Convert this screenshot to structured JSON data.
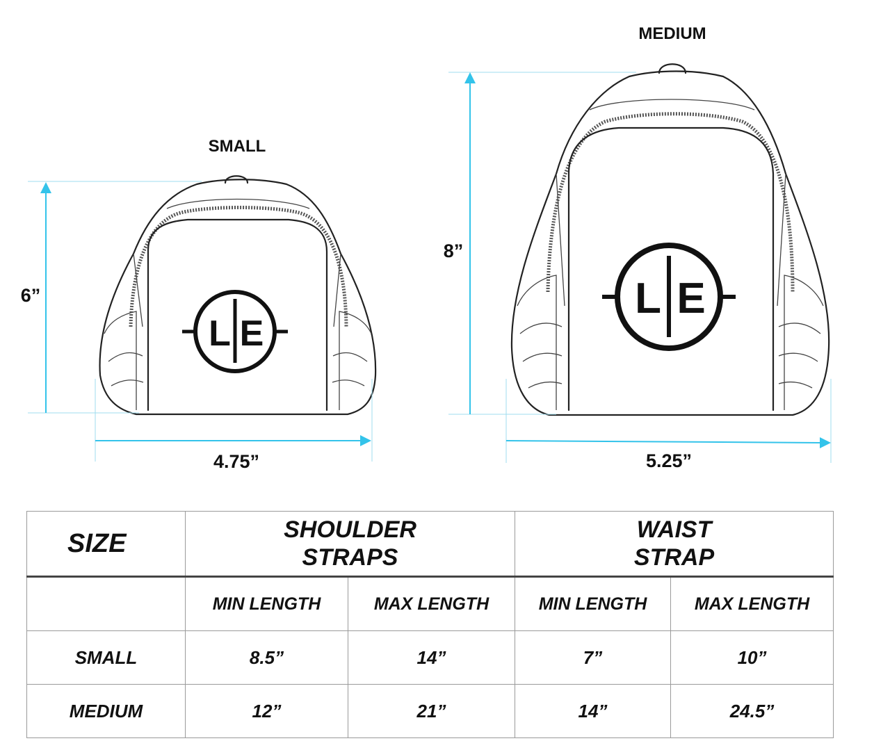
{
  "bags": {
    "small": {
      "label": "SMALL",
      "height": "6”",
      "width": "4.75”",
      "logo_left": "L",
      "logo_right": "E"
    },
    "medium": {
      "label": "MEDIUM",
      "height": "8”",
      "width": "5.25”",
      "logo_left": "L",
      "logo_right": "E"
    }
  },
  "colors": {
    "dimension_line": "#33c3ea",
    "outline": "#222222",
    "table_border": "#9a9a9a"
  },
  "table": {
    "size_header": "SIZE",
    "shoulder_header": [
      "SHOULDER",
      "STRAPS"
    ],
    "waist_header": [
      "WAIST",
      "STRAP"
    ],
    "sub_headers": [
      "",
      "MIN LENGTH",
      "MAX LENGTH",
      "MIN LENGTH",
      "MAX LENGTH"
    ],
    "rows": [
      {
        "size": "SMALL",
        "shoulder_min": "8.5”",
        "shoulder_max": "14”",
        "waist_min": "7”",
        "waist_max": "10”"
      },
      {
        "size": "MEDIUM",
        "shoulder_min": "12”",
        "shoulder_max": "21”",
        "waist_min": "14”",
        "waist_max": "24.5”"
      }
    ]
  }
}
